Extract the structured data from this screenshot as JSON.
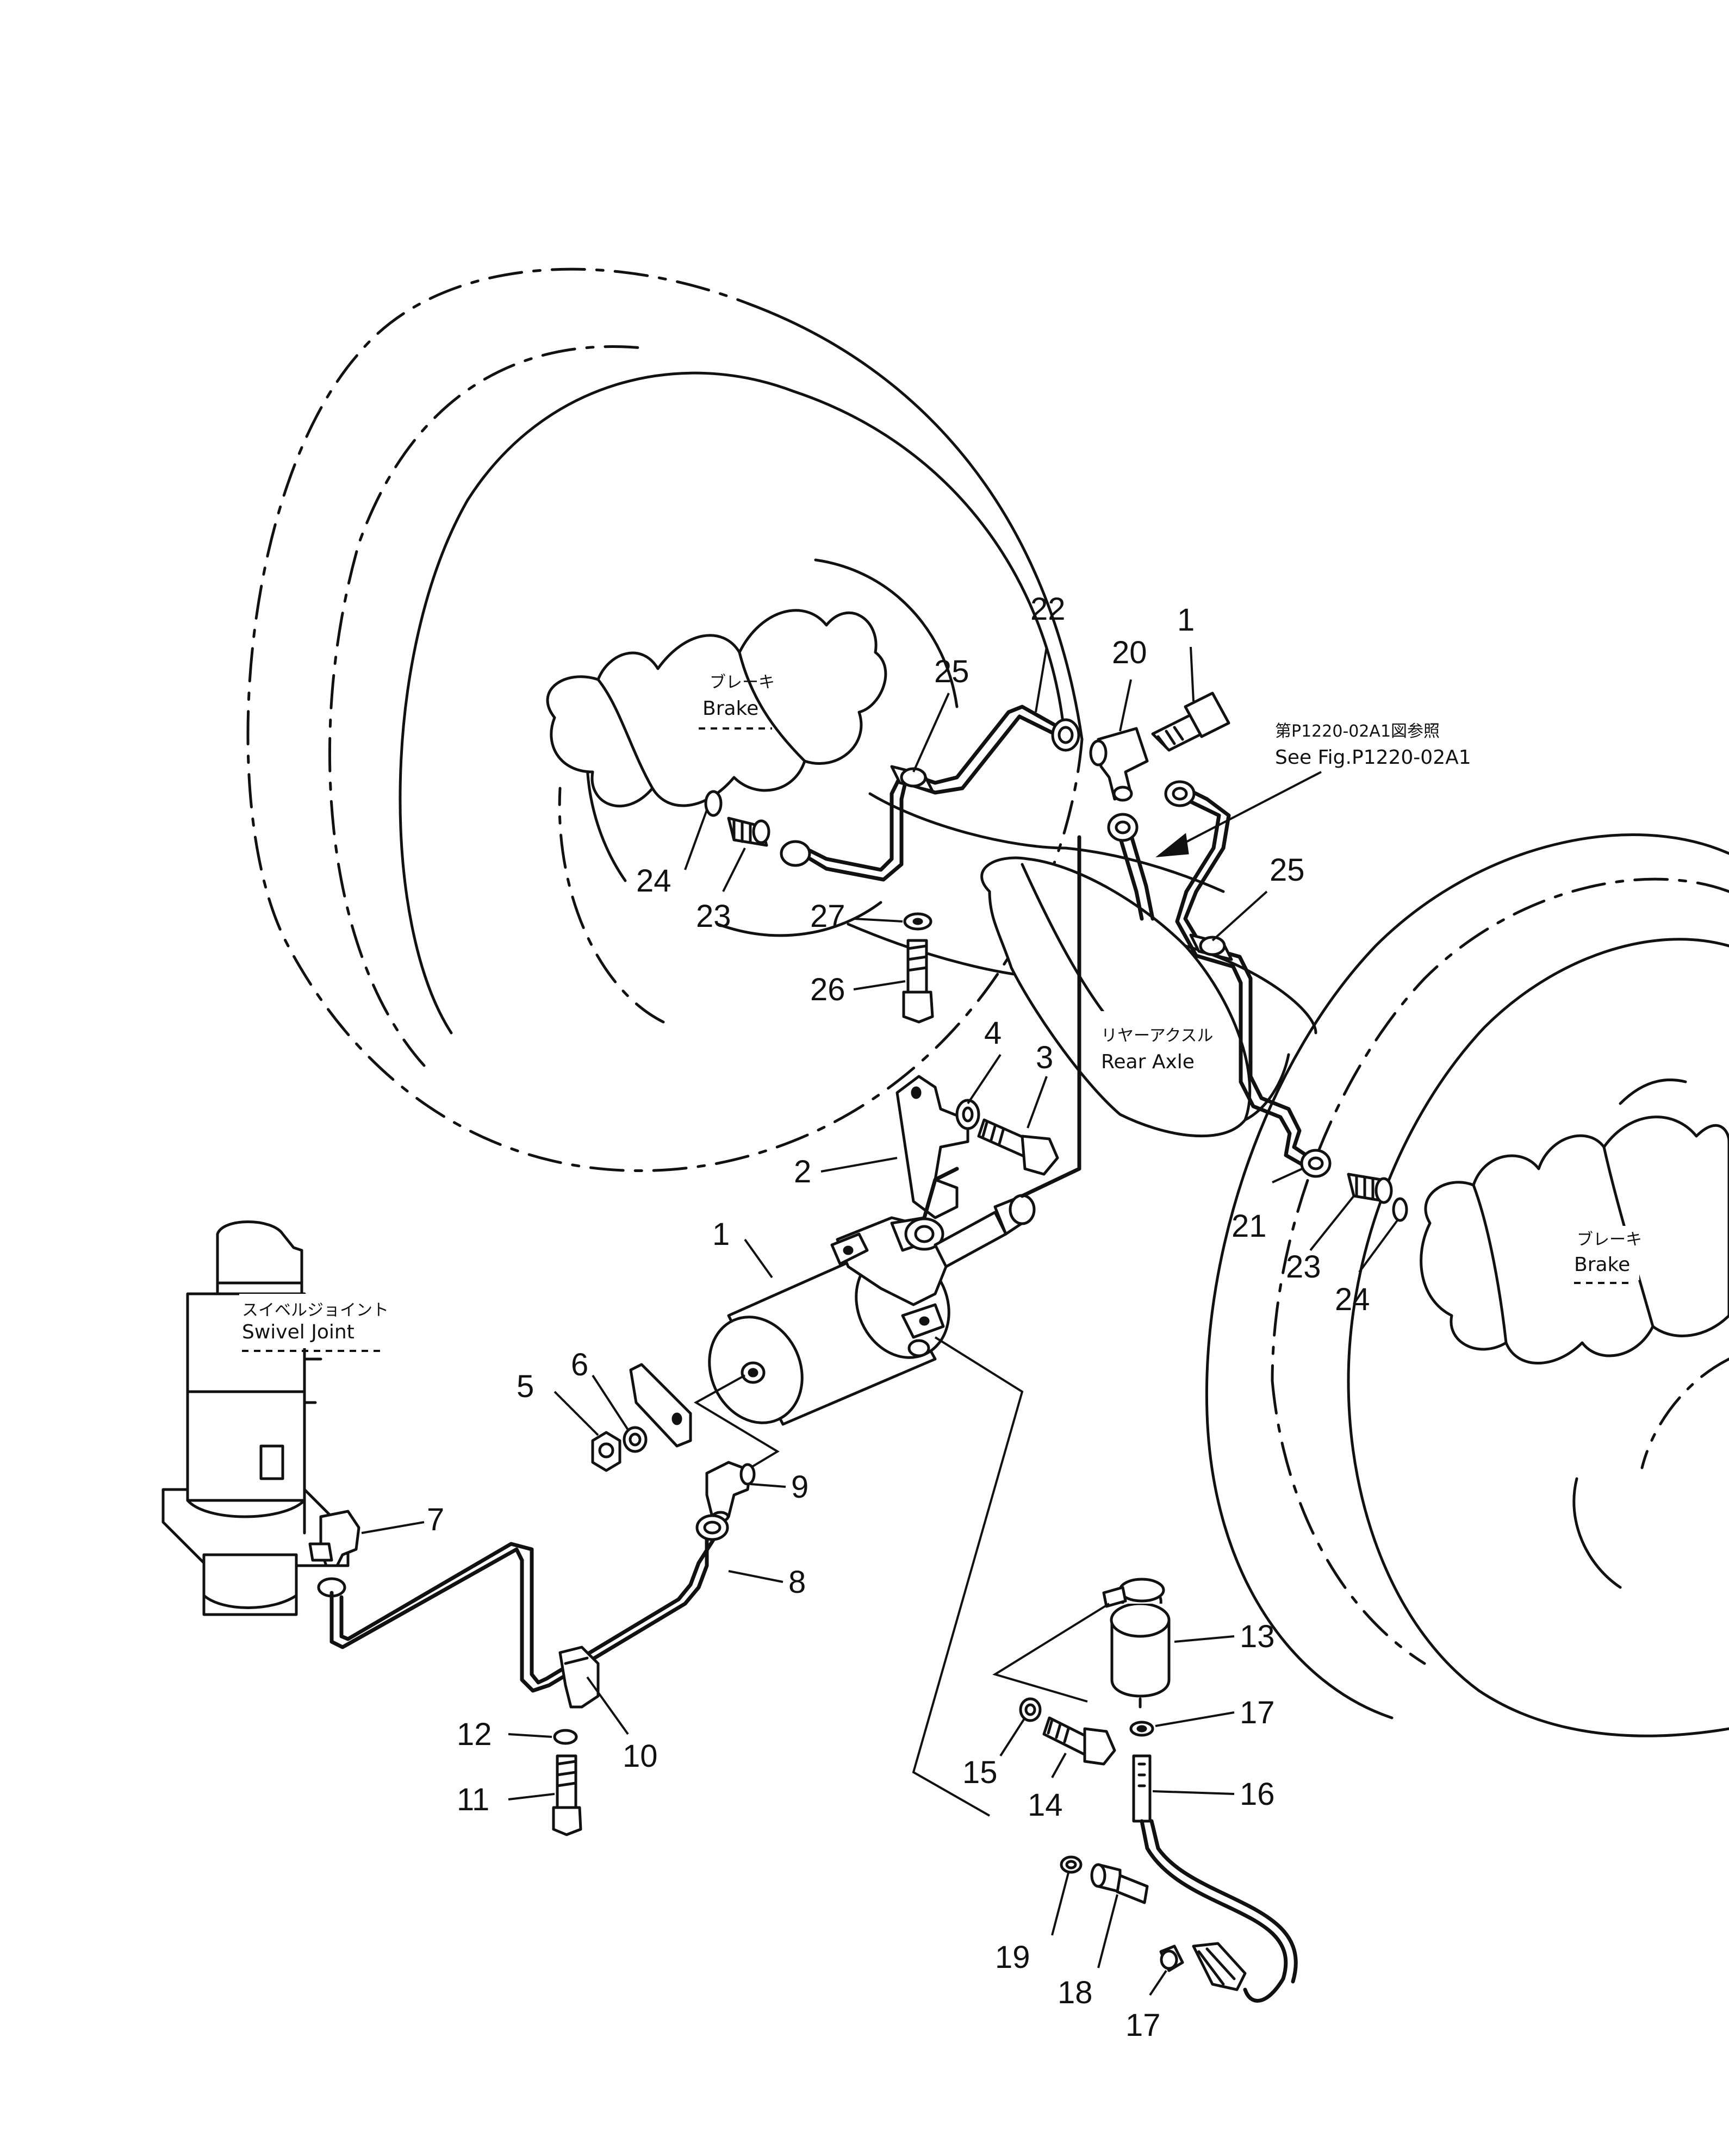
{
  "labels": {
    "brake_left_jp": "ブレーキ",
    "brake_left_en": "Brake",
    "brake_right_jp": "ブレーキ",
    "brake_right_en": "Brake",
    "swivel_jp": "スイベルジョイント",
    "swivel_en": "Swivel  Joint",
    "rear_axle_jp": "リヤーアクスル",
    "rear_axle_en": "Rear  Axle",
    "see_fig_jp": "第P1220-02A1図参照",
    "see_fig_en": "See Fig.P1220-02A1"
  },
  "callouts": {
    "c1a": "1",
    "c1b": "1",
    "c2": "2",
    "c3": "3",
    "c4": "4",
    "c5": "5",
    "c6": "6",
    "c7": "7",
    "c8": "8",
    "c9": "9",
    "c10": "10",
    "c11": "11",
    "c12": "12",
    "c13": "13",
    "c14": "14",
    "c15": "15",
    "c16": "16",
    "c17a": "17",
    "c17b": "17",
    "c18": "18",
    "c19": "19",
    "c20": "20",
    "c21": "21",
    "c22": "22",
    "c23a": "23",
    "c23b": "23",
    "c24a": "24",
    "c24b": "24",
    "c25a": "25",
    "c25b": "25",
    "c26": "26",
    "c27": "27"
  }
}
